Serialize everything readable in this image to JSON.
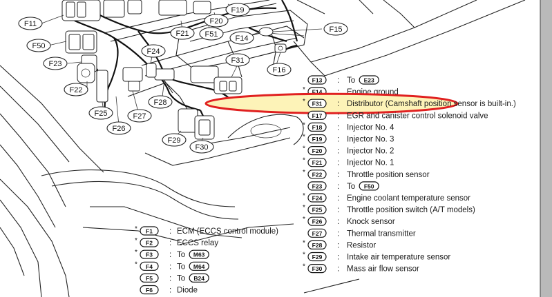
{
  "callouts": [
    {
      "id": "F11",
      "label": "F11"
    },
    {
      "id": "F50",
      "label": "F50"
    },
    {
      "id": "F23",
      "label": "F23"
    },
    {
      "id": "F22",
      "label": "F22"
    },
    {
      "id": "F25",
      "label": "F25"
    },
    {
      "id": "F26",
      "label": "F26"
    },
    {
      "id": "F27",
      "label": "F27"
    },
    {
      "id": "F28",
      "label": "F28"
    },
    {
      "id": "F24",
      "label": "F24"
    },
    {
      "id": "F21",
      "label": "F21"
    },
    {
      "id": "F51",
      "label": "F51"
    },
    {
      "id": "F20",
      "label": "F20"
    },
    {
      "id": "F19",
      "label": "F19"
    },
    {
      "id": "F14",
      "label": "F14"
    },
    {
      "id": "F15",
      "label": "F15"
    },
    {
      "id": "F16",
      "label": "F16"
    },
    {
      "id": "F31",
      "label": "F31"
    },
    {
      "id": "F29",
      "label": "F29"
    },
    {
      "id": "F30",
      "label": "F30"
    }
  ],
  "legend_right": [
    {
      "star": false,
      "code": "F13",
      "sep": ":",
      "text": "To",
      "ref": "E23"
    },
    {
      "star": true,
      "code": "F14",
      "sep": ":",
      "text": "Engine ground",
      "ref": ""
    },
    {
      "star": true,
      "code": "F31",
      "sep": ":",
      "text": "Distributor (Camshaft position sensor is built-in.)",
      "ref": ""
    },
    {
      "star": false,
      "code": "F17",
      "sep": ":",
      "text": "EGR and canister control solenoid valve",
      "ref": ""
    },
    {
      "star": true,
      "code": "F18",
      "sep": ":",
      "text": "Injector No. 4",
      "ref": ""
    },
    {
      "star": true,
      "code": "F19",
      "sep": ":",
      "text": "Injector No. 3",
      "ref": ""
    },
    {
      "star": true,
      "code": "F20",
      "sep": ":",
      "text": "Injector No. 2",
      "ref": ""
    },
    {
      "star": true,
      "code": "F21",
      "sep": ":",
      "text": "Injector No. 1",
      "ref": ""
    },
    {
      "star": true,
      "code": "F22",
      "sep": ":",
      "text": "Throttle position sensor",
      "ref": ""
    },
    {
      "star": false,
      "code": "F23",
      "sep": ":",
      "text": "To",
      "ref": "F50"
    },
    {
      "star": true,
      "code": "F24",
      "sep": ":",
      "text": "Engine coolant temperature sensor",
      "ref": ""
    },
    {
      "star": true,
      "code": "F25",
      "sep": ":",
      "text": "Throttle position switch (A/T models)",
      "ref": ""
    },
    {
      "star": true,
      "code": "F26",
      "sep": ":",
      "text": "Knock sensor",
      "ref": ""
    },
    {
      "star": false,
      "code": "F27",
      "sep": ":",
      "text": "Thermal transmitter",
      "ref": ""
    },
    {
      "star": true,
      "code": "F28",
      "sep": ":",
      "text": "Resistor",
      "ref": ""
    },
    {
      "star": true,
      "code": "F29",
      "sep": ":",
      "text": "Intake air temperature sensor",
      "ref": ""
    },
    {
      "star": true,
      "code": "F30",
      "sep": ":",
      "text": "Mass air flow sensor",
      "ref": ""
    }
  ],
  "legend_left": [
    {
      "star": true,
      "code": "F1",
      "sep": ":",
      "text": "ECM (ECCS control module)",
      "ref": ""
    },
    {
      "star": true,
      "code": "F2",
      "sep": ":",
      "text": "ECCS relay",
      "ref": ""
    },
    {
      "star": true,
      "code": "F3",
      "sep": ":",
      "text": "To",
      "ref": "M63"
    },
    {
      "star": true,
      "code": "F4",
      "sep": ":",
      "text": "To",
      "ref": "M64"
    },
    {
      "star": false,
      "code": "F5",
      "sep": ":",
      "text": "To",
      "ref": "B24"
    },
    {
      "star": false,
      "code": "F6",
      "sep": ":",
      "text": "Diode",
      "ref": ""
    }
  ],
  "highlight": {
    "color": "#e02020",
    "fill": "#fdf3b8",
    "row_code": "F31"
  }
}
